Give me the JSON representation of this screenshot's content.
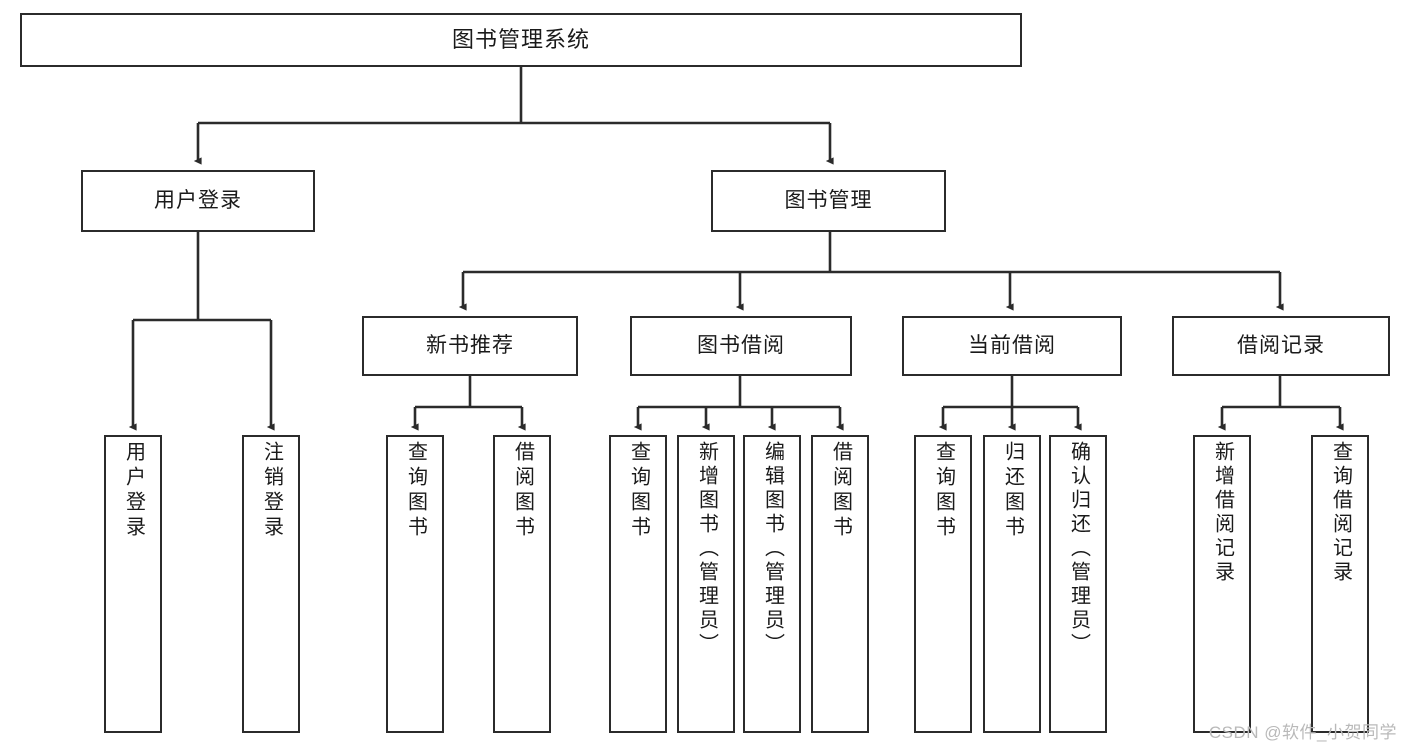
{
  "diagram": {
    "title": "图书管理系统",
    "type": "tree-hierarchy-diagram",
    "colors": {
      "box_border": "#2b2b2b",
      "box_fill": "#ffffff",
      "connector": "#2b2b2b",
      "text": "#1a1a1a",
      "watermark": "#b9b9b9"
    },
    "levels": {
      "root": {
        "label": "图书管理系统"
      },
      "level2": [
        {
          "id": "user-login",
          "label": "用户登录"
        },
        {
          "id": "book-management",
          "label": "图书管理"
        }
      ],
      "level3": [
        {
          "id": "new-book-recommend",
          "label": "新书推荐"
        },
        {
          "id": "book-borrow",
          "label": "图书借阅"
        },
        {
          "id": "current-borrow",
          "label": "当前借阅"
        },
        {
          "id": "borrow-record",
          "label": "借阅记录"
        }
      ],
      "leaves": {
        "user_login": [
          {
            "id": "leaf-user-login",
            "label": "用户登录"
          },
          {
            "id": "leaf-logout-login",
            "label": "注销登录"
          }
        ],
        "new_book_recommend": [
          {
            "id": "leaf-query-book-1",
            "label": "查询图书"
          },
          {
            "id": "leaf-borrow-book-1",
            "label": "借阅图书"
          }
        ],
        "book_borrow": [
          {
            "id": "leaf-query-book-2",
            "label": "查询图书"
          },
          {
            "id": "leaf-add-book",
            "label": "新增图书（管理员）"
          },
          {
            "id": "leaf-edit-book",
            "label": "编辑图书（管理员）"
          },
          {
            "id": "leaf-borrow-book-2",
            "label": "借阅图书"
          }
        ],
        "current_borrow": [
          {
            "id": "leaf-query-book-3",
            "label": "查询图书"
          },
          {
            "id": "leaf-return-book",
            "label": "归还图书"
          },
          {
            "id": "leaf-confirm-return",
            "label": "确认归还（管理员）"
          }
        ],
        "borrow_record": [
          {
            "id": "leaf-add-borrow-record",
            "label": "新增借阅记录"
          },
          {
            "id": "leaf-query-borrow-record",
            "label": "查询借阅记录"
          }
        ]
      }
    }
  },
  "watermark": {
    "text": "CSDN @软件_小贺同学"
  }
}
